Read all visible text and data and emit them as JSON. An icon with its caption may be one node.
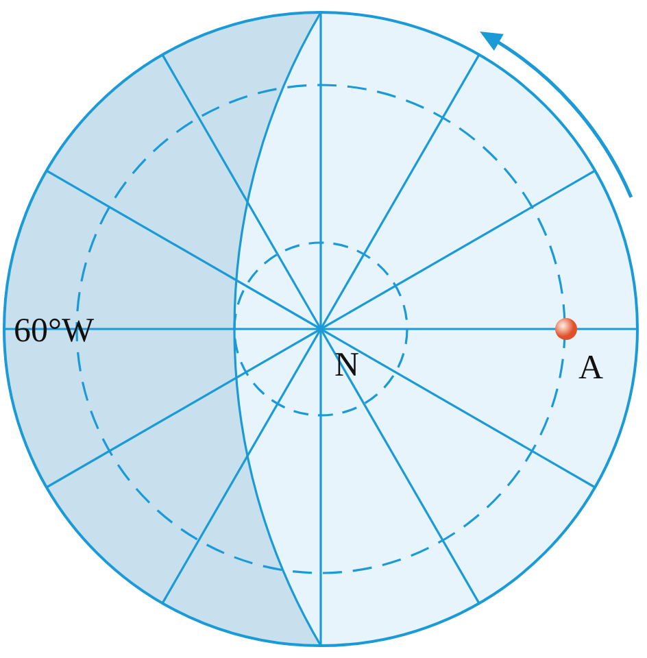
{
  "diagram": {
    "labels": [
      "60°W",
      "N",
      "A"
    ]
  }
}
